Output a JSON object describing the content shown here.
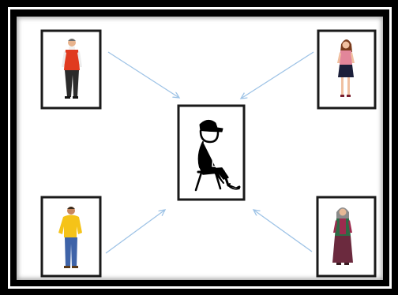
{
  "diagram": {
    "center_card": {
      "subject": "seated-person-pictogram",
      "icon": "seated-person-icon"
    },
    "people": [
      {
        "id": "top-left",
        "icon": "man-red-vest-icon",
        "shirt": "#e03a1f",
        "pants": "#2b2b2b",
        "skin": "#e8b48e",
        "hair": "#6e6e6e"
      },
      {
        "id": "top-right",
        "icon": "woman-pink-top-icon",
        "shirt": "#e2869a",
        "pants": "#1b1f3a",
        "skin": "#f0c0a0",
        "hair": "#7a3b1c"
      },
      {
        "id": "bottom-left",
        "icon": "man-yellow-shirt-icon",
        "shirt": "#f5c318",
        "pants": "#3e63a8",
        "skin": "#c8875e",
        "hair": "#3a2a1a"
      },
      {
        "id": "bottom-right",
        "icon": "woman-maroon-dress-icon",
        "shirt": "#9c2b4e",
        "pants": "#6b2a3e",
        "skin": "#e6b896",
        "hair": "#8a8a8a"
      }
    ],
    "arrow_color": "#9ec3e6",
    "frame_color": "#000000"
  }
}
